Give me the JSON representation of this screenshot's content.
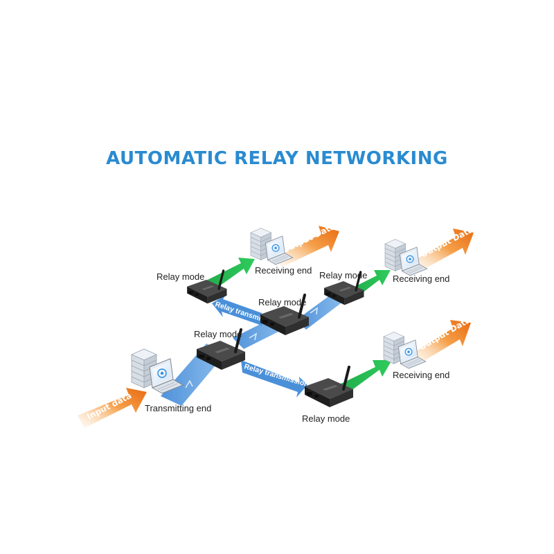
{
  "title": "AUTOMATIC RELAY NETWORKING",
  "labels": {
    "relay_mode": "Relay mode",
    "receiving_end": "Receiving end",
    "transmitting_end": "Transmitting end",
    "relay_transmission": "Relay transmission",
    "relay_transmission_short": "Relay transmissio",
    "input_data": "Input data",
    "output_data": "Output Data"
  },
  "colors": {
    "title": "#2a8bd0",
    "blue_link": "#4a90d9",
    "green_arrow": "#1fae47",
    "orange_arrow": "#f07c1a",
    "device": "#2b2b2b"
  },
  "icons": {
    "device": "radio-modem-icon",
    "endpoint": "server-laptop-icon"
  }
}
